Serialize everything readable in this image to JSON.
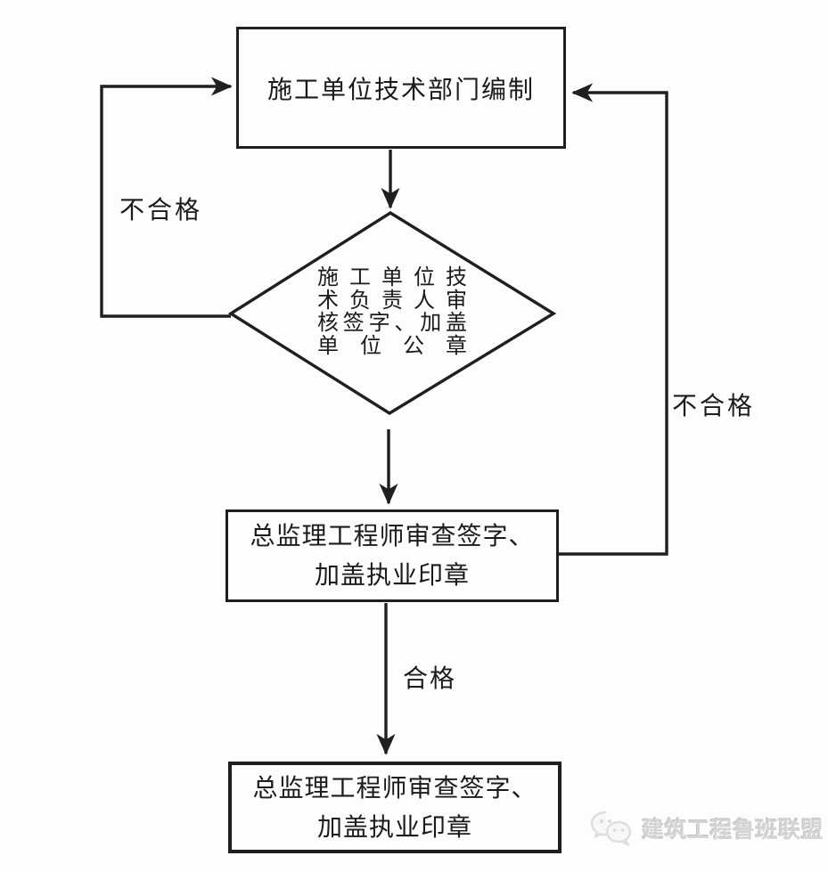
{
  "page": {
    "background": "#fdfdfc",
    "line_color": "#1f1f1f"
  },
  "flowchart": {
    "nodes": [
      {
        "id": "compile",
        "type": "rect",
        "label": "施工单位技术部门编制"
      },
      {
        "id": "unit-review",
        "type": "diamond",
        "label": "施工单位技术负责人审核签字、加盖单位公章",
        "lines": [
          "施工单位技",
          "术负责人审",
          "核签字、加盖",
          "单位公章"
        ]
      },
      {
        "id": "chief-engineer-review-1",
        "type": "rect",
        "label": "总监理工程师审查签字、加盖执业印章",
        "lines": [
          "总监理工程师审查签字、",
          "加盖执业印章"
        ]
      },
      {
        "id": "chief-engineer-review-2",
        "type": "rect",
        "label": "总监理工程师审查签字、加盖执业印章",
        "lines": [
          "总监理工程师审查签字、",
          "加盖执业印章"
        ]
      }
    ],
    "edge_labels": {
      "fail_left": "不合格",
      "fail_right": "不合格",
      "pass": "合格"
    }
  },
  "watermark": {
    "text": "建筑工程鲁班联盟",
    "logo": "wechat-bubbles-icon",
    "color": "#d4d4d2"
  }
}
